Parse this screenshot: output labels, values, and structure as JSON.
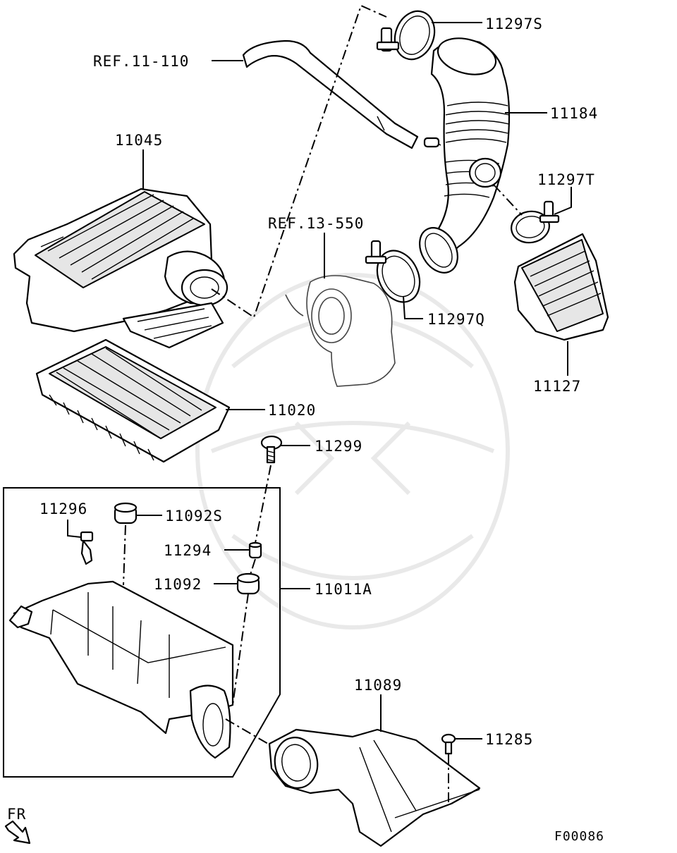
{
  "diagram": {
    "labels": {
      "ref_11_110": "REF.11-110",
      "p11297S": "11297S",
      "p11184": "11184",
      "p11045": "11045",
      "p11297T": "11297T",
      "ref_13_550": "REF.13-550",
      "p11297Q": "11297Q",
      "p11127": "11127",
      "p11020": "11020",
      "p11299": "11299",
      "p11296": "11296",
      "p11092S": "11092S",
      "p11294": "11294",
      "p11092": "11092",
      "p11011A": "11011A",
      "p11089": "11089",
      "p11285": "11285"
    },
    "front_marker": "FR",
    "figure_code": "F00086"
  }
}
